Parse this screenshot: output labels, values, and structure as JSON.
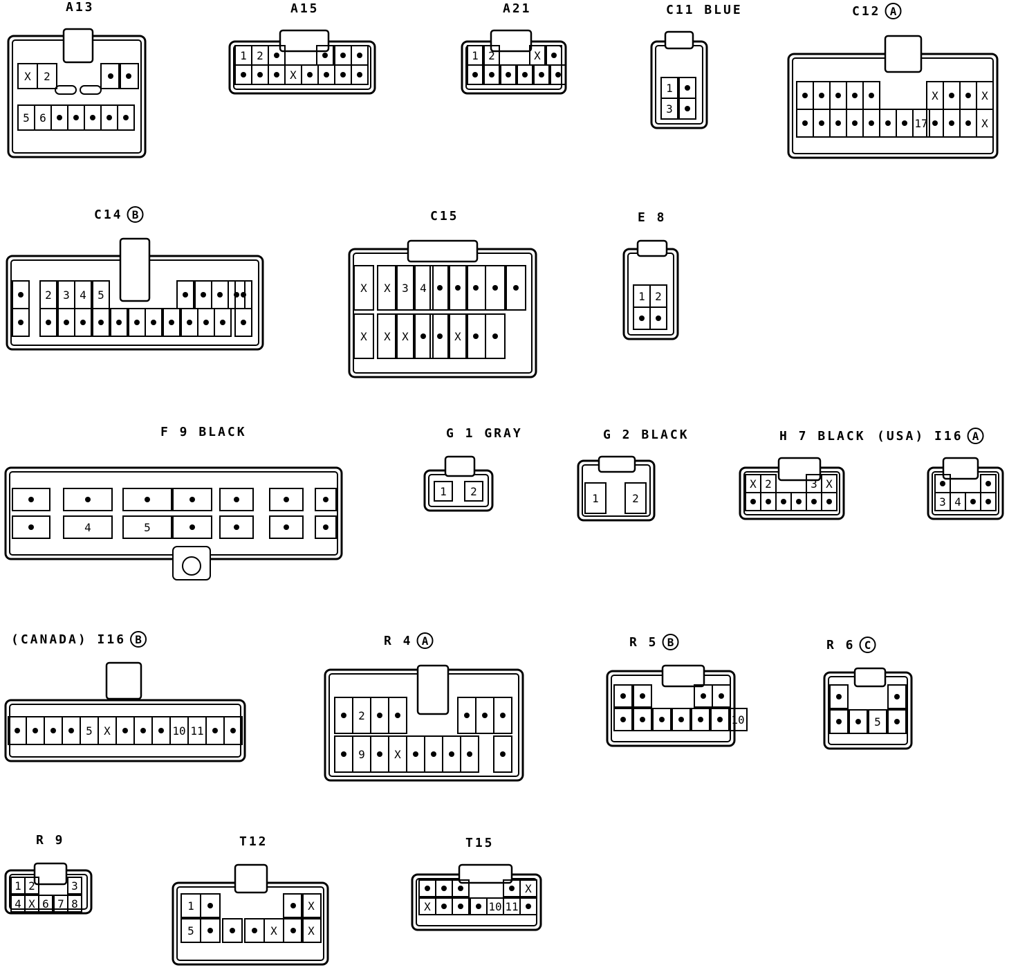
{
  "connectors": [
    {
      "id": "A13",
      "label": "A13",
      "badge": "",
      "rows": [
        [
          "X",
          "2",
          "",
          "",
          "•",
          "•"
        ],
        [
          "5",
          "6",
          "•",
          "•",
          "•",
          "•",
          "•"
        ]
      ]
    },
    {
      "id": "A15",
      "label": "A15",
      "badge": "",
      "rows": [
        [
          "1",
          "2",
          "•",
          "",
          "",
          "•",
          "•",
          "•"
        ],
        [
          "•",
          "•",
          "•",
          "X",
          "•",
          "•",
          "•",
          "•"
        ]
      ]
    },
    {
      "id": "A21",
      "label": "A21",
      "badge": "",
      "rows": [
        [
          "1",
          "2",
          "",
          "",
          "X",
          "•"
        ],
        [
          "•",
          "•",
          "•",
          "•",
          "•",
          "•"
        ]
      ]
    },
    {
      "id": "C11",
      "label": "C11 BLUE",
      "badge": "",
      "rows": [
        [
          "1",
          "•"
        ],
        [
          "3",
          "•"
        ]
      ]
    },
    {
      "id": "C12",
      "label": "C12",
      "badge": "A",
      "rows": [
        [
          "•",
          "•",
          "•",
          "•",
          "•",
          "",
          "",
          "",
          "X",
          "•",
          "•",
          "X"
        ],
        [
          "•",
          "•",
          "•",
          "•",
          "•",
          "•",
          "•",
          "17",
          "•",
          "•",
          "•",
          "X"
        ]
      ]
    },
    {
      "id": "C14",
      "label": "C14",
      "badge": "B",
      "rows": [
        [
          "•",
          "2",
          "3",
          "4",
          "5",
          "",
          "",
          "",
          "•",
          "•",
          "•",
          "•",
          "•"
        ],
        [
          "•",
          "•",
          "•",
          "•",
          "•",
          "•",
          "•",
          "•",
          "•",
          "•",
          "•",
          "•",
          "•"
        ]
      ]
    },
    {
      "id": "C15",
      "label": "C15",
      "badge": "",
      "rows": [
        [
          "X",
          "X",
          "3",
          "4",
          "•",
          "•",
          "•",
          "•",
          "•"
        ],
        [
          "X",
          "X",
          "X",
          "•",
          "•",
          "X",
          "•",
          "•"
        ]
      ]
    },
    {
      "id": "E8",
      "label": "E 8",
      "badge": "",
      "rows": [
        [
          "1",
          "2"
        ],
        [
          "•",
          "•"
        ]
      ]
    },
    {
      "id": "F9",
      "label": "F 9 BLACK",
      "badge": "",
      "rows": [
        [
          "•",
          "•",
          "•",
          "•",
          "•",
          "•",
          "•"
        ],
        [
          "•",
          "4",
          "5",
          "•",
          "•",
          "•",
          "•"
        ]
      ]
    },
    {
      "id": "G1",
      "label": "G 1 GRAY",
      "badge": "",
      "rows": [
        [
          "1",
          "2"
        ]
      ]
    },
    {
      "id": "G2",
      "label": "G 2 BLACK",
      "badge": "",
      "rows": [
        [
          "1",
          "2"
        ]
      ]
    },
    {
      "id": "H7",
      "label": "H 7 BLACK",
      "badge": "",
      "rows": [
        [
          "X",
          "2",
          "",
          "",
          "3",
          "X"
        ],
        [
          "•",
          "•",
          "•",
          "•",
          "•",
          "•"
        ]
      ]
    },
    {
      "id": "I16USA",
      "label": "(USA) I16",
      "badge": "A",
      "rows": [
        [
          "•",
          "",
          "",
          "•"
        ],
        [
          "3",
          "4",
          "•",
          "•"
        ]
      ]
    },
    {
      "id": "I16CAN",
      "label": "(CANADA) I16",
      "badge": "B",
      "rows": [
        [
          "•",
          "•",
          "•",
          "•",
          "5",
          "X",
          "•",
          "•",
          "•",
          "10",
          "11",
          "•",
          "•"
        ]
      ]
    },
    {
      "id": "R4",
      "label": "R 4",
      "badge": "A",
      "rows": [
        [
          "•",
          "2",
          "•",
          "•",
          "",
          "•",
          "•",
          "•"
        ],
        [
          "•",
          "9",
          "•",
          "X",
          "•",
          "•",
          "•",
          "•",
          "•"
        ]
      ]
    },
    {
      "id": "R5",
      "label": "R 5",
      "badge": "B",
      "rows": [
        [
          "•",
          "•",
          "",
          "",
          "",
          "•",
          "•"
        ],
        [
          "•",
          "•",
          "•",
          "•",
          "•",
          "•",
          "10"
        ]
      ]
    },
    {
      "id": "R6",
      "label": "R 6",
      "badge": "C",
      "rows": [
        [
          "•",
          "",
          "",
          "•"
        ],
        [
          "•",
          "•",
          "5",
          "•"
        ]
      ]
    },
    {
      "id": "R9",
      "label": "R 9",
      "badge": "",
      "rows": [
        [
          "1",
          "2",
          "",
          "",
          "3"
        ],
        [
          "4",
          "X",
          "6",
          "7",
          "8"
        ]
      ]
    },
    {
      "id": "T12",
      "label": "T12",
      "badge": "",
      "rows": [
        [
          "1",
          "•",
          "",
          "",
          "",
          "•",
          "X"
        ],
        [
          "5",
          "•",
          "•",
          "•",
          "X",
          "•",
          "X"
        ]
      ]
    },
    {
      "id": "T15",
      "label": "T15",
      "badge": "",
      "rows": [
        [
          "•",
          "•",
          "•",
          "",
          "",
          "•",
          "X"
        ],
        [
          "X",
          "•",
          "•",
          "•",
          "10",
          "11",
          "•"
        ]
      ]
    }
  ]
}
